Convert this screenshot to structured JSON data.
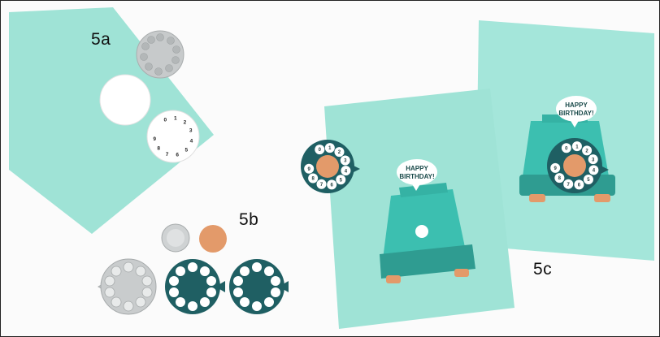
{
  "labels": {
    "step_a": "5a",
    "step_b": "5b",
    "step_c": "5c"
  },
  "card_text": {
    "line1": "HAPPY",
    "line2": "BIRTHDAY!"
  },
  "dial_numbers": [
    "0",
    "1",
    "2",
    "3",
    "4",
    "5",
    "6",
    "7",
    "8",
    "9"
  ],
  "colors": {
    "mint_card": "#9fe3d6",
    "teal_phone": "#3cbfb0",
    "dark_teal": "#1f5f63",
    "copper_center": "#e39a6a",
    "silver": "#c9cccd"
  }
}
